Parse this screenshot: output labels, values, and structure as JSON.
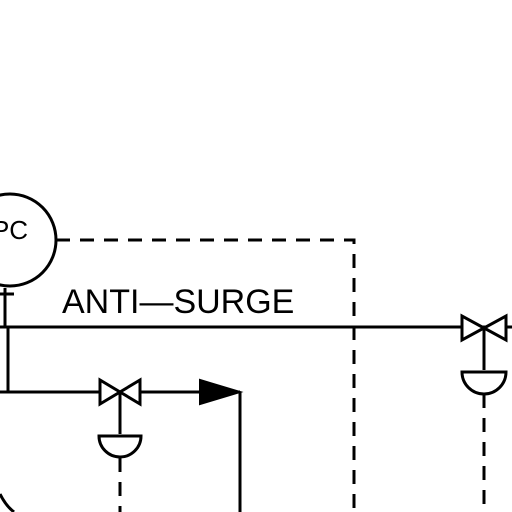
{
  "diagram": {
    "instrument_tag": "PC",
    "line_label": "ANTI—SURGE",
    "colors": {
      "background": "#ffffff",
      "ink": "#000000"
    },
    "symbols": [
      "pressure-controller-bubble",
      "control-valve",
      "valve-actuator",
      "flow-arrow",
      "signal-line-dashed",
      "process-line"
    ]
  }
}
